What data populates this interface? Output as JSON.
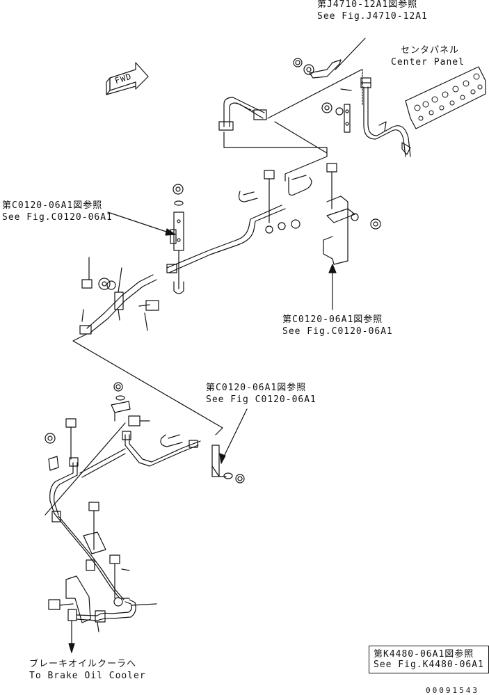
{
  "callouts": {
    "top_jp": "第J4710-12A1図参照",
    "top_en": "See Fig.J4710-12A1",
    "center_jp": "センタパネル",
    "center_en": "Center Panel",
    "left_jp": "第C0120-06A1図参照",
    "left_en": "See Fig.C0120-06A1",
    "right_jp": "第C0120-06A1図参照",
    "right_en": "See Fig.C0120-06A1",
    "mid_jp": "第C0120-06A1図参照",
    "mid_en": "See Fig C0120-06A1",
    "brake_jp": "ブレーキオイルクーラへ",
    "brake_en": "To Brake Oil Cooler",
    "ref_jp": "第K4480-06A1図参照",
    "ref_en": "See Fig.K4480-06A1"
  },
  "fwd_label": "FWD",
  "drawing_number": "00091543",
  "colors": {
    "ink": "#111111",
    "background": "#ffffff"
  }
}
